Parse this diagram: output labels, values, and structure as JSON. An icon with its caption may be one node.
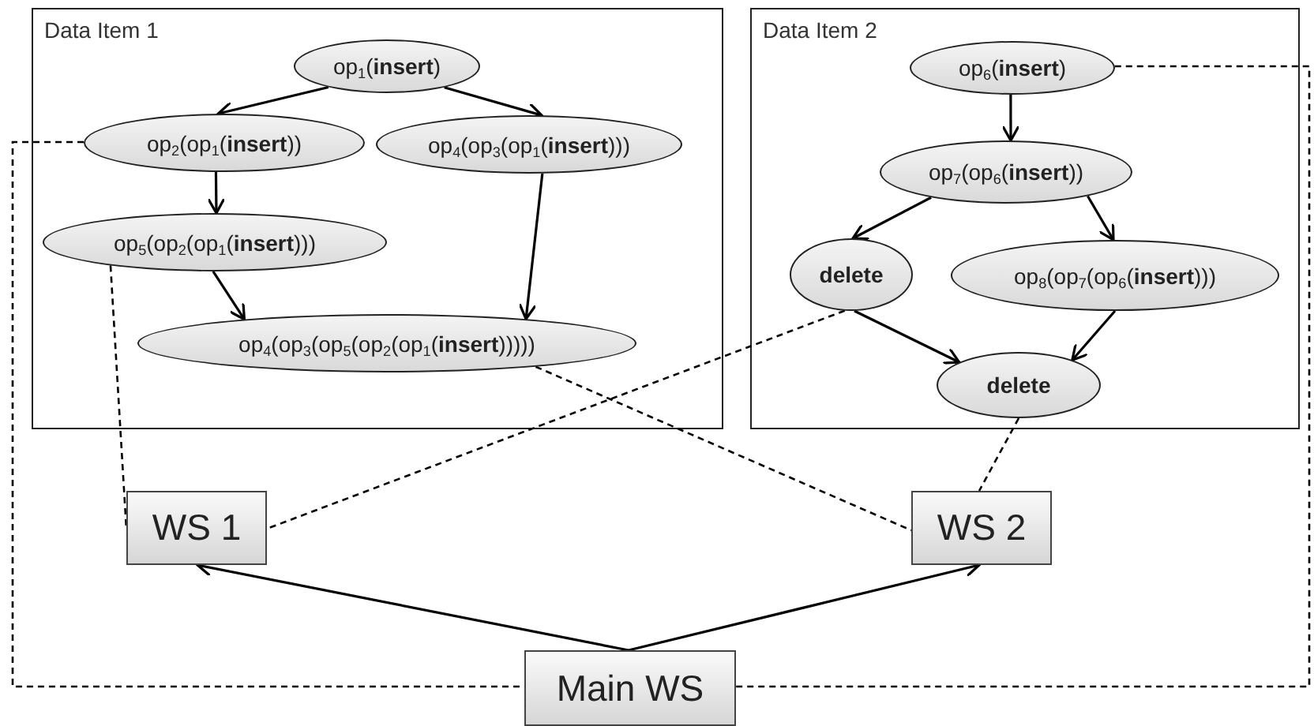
{
  "diagram": {
    "nodes": [
      {
        "text": [
          "Data Item 1"
        ]
      },
      {
        "text": [
          "op$_{1}$(**insert**)"
        ],
        "in": 0
      },
      {
        "text": [
          "op$_{2}$(op$_{1}$(**insert**))"
        ],
        "in": 0
      },
      {
        "text": [
          "op$_{4}$(op$_{3}$(op$_{1}$(**insert**)))"
        ],
        "in": 0
      },
      {
        "text": [
          "op$_{5}$(op$_{2}$(op$_{1}$(**insert**)))"
        ],
        "in": 0
      },
      {
        "text": [
          "op$_{4}$(op$_{3}$(op$_{5}$(op$_{2}$(op$_{1}$(**insert**)))))"
        ],
        "in": 0
      },
      {
        "text": [
          "Data Item 2"
        ]
      },
      {
        "text": [
          "op$_{6}$(**insert**)"
        ],
        "in": 6
      },
      {
        "text": [
          "op$_{7}$(op$_{6}$(**insert**))"
        ],
        "in": 6
      },
      {
        "text": [
          "**delete**"
        ],
        "in": 6
      },
      {
        "text": [
          "op$_{8}$(op$_{7}$(op$_{6}$(**insert**)))"
        ],
        "in": 6
      },
      {
        "text": [
          "**delete**"
        ],
        "in": 6
      },
      {
        "text": [
          "WS 1"
        ]
      },
      {
        "text": [
          "WS 2"
        ]
      },
      {
        "text": [
          "Main WS"
        ]
      }
    ],
    "edges": [
      {
        "from": 1,
        "to": 2,
        "arrow": "to"
      },
      {
        "from": 1,
        "to": 3,
        "arrow": "to"
      },
      {
        "from": 2,
        "to": 4,
        "arrow": "to"
      },
      {
        "from": 4,
        "to": 5,
        "arrow": "to"
      },
      {
        "from": 3,
        "to": 5,
        "arrow": "to"
      },
      {
        "from": 7,
        "to": 8,
        "arrow": "to"
      },
      {
        "from": 8,
        "to": 9,
        "arrow": "to"
      },
      {
        "from": 8,
        "to": 10,
        "arrow": "to"
      },
      {
        "from": 9,
        "to": 11,
        "arrow": "to"
      },
      {
        "from": 10,
        "to": 11,
        "arrow": "to"
      },
      {
        "from": 14,
        "to": 12,
        "arrow": "to"
      },
      {
        "from": 14,
        "to": 13,
        "arrow": "to"
      },
      {
        "from": 4,
        "to": 12,
        "arrow": "none",
        "style": "dashed"
      },
      {
        "from": 9,
        "to": 12,
        "arrow": "none",
        "style": "dashed"
      },
      {
        "from": 5,
        "to": 13,
        "arrow": "none",
        "style": "dashed"
      },
      {
        "from": 11,
        "to": 13,
        "arrow": "none",
        "style": "dashed"
      },
      {
        "from": 2,
        "to": 14,
        "arrow": "none",
        "style": "dashed"
      },
      {
        "from": 7,
        "to": 14,
        "arrow": "none",
        "style": "dashed"
      }
    ]
  }
}
